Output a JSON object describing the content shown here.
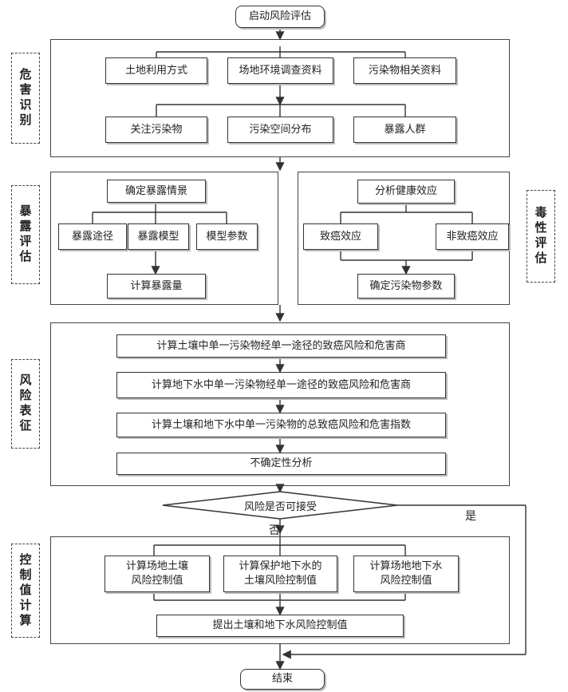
{
  "start": "启动风险评估",
  "end": "结束",
  "sections": {
    "hazard": "危害识别",
    "exposure": "暴露评估",
    "toxicity": "毒性评估",
    "risk": "风险表征",
    "control": "控制值计算"
  },
  "hazard": {
    "row1": [
      "土地利用方式",
      "场地环境调查资料",
      "污染物相关资料"
    ],
    "row2": [
      "关注污染物",
      "污染空间分布",
      "暴露人群"
    ]
  },
  "exposure": {
    "scenario": "确定暴露情景",
    "items": [
      "暴露途径",
      "暴露模型",
      "模型参数"
    ],
    "calc": "计算暴露量"
  },
  "toxicity": {
    "analysis": "分析健康效应",
    "items": [
      "致癌效应",
      "非致癌效应"
    ],
    "params": "确定污染物参数"
  },
  "risk": {
    "steps": [
      "计算土壤中单一污染物经单一途径的致癌风险和危害商",
      "计算地下水中单一污染物经单一途径的致癌风险和危害商",
      "计算土壤和地下水中单一污染物的总致癌风险和危害指数",
      "不确定性分析"
    ]
  },
  "decision": {
    "question": "风险是否可接受",
    "yes": "是",
    "no": "否"
  },
  "control": {
    "items": [
      "计算场地土壤\n风险控制值",
      "计算保护地下水的\n土壤风险控制值",
      "计算场地地下水\n风险控制值"
    ],
    "final": "提出土壤和地下水风险控制值"
  }
}
